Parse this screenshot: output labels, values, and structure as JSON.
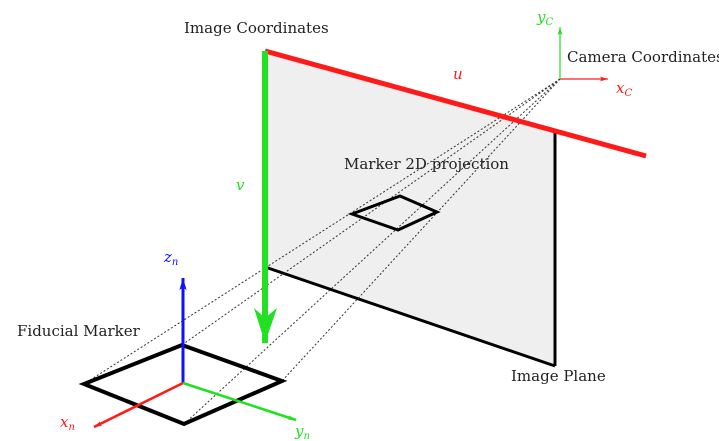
{
  "labels": {
    "image_coordinates": "Image Coordinates",
    "camera_coordinates": "Camera Coordinates",
    "marker_projection": "Marker 2D projection",
    "fiducial_marker": "Fiducial Marker",
    "image_plane": "Image Plane"
  },
  "axes": {
    "u": "u",
    "v": "v",
    "xc_base": "x",
    "xc_sub": "C",
    "yc_base": "y",
    "yc_sub": "C",
    "xn_base": "x",
    "xn_sub": "n",
    "yn_base": "y",
    "yn_sub": "n",
    "zn_base": "z",
    "zn_sub": "n"
  },
  "colors": {
    "u_axis": "#ff1a1a",
    "v_axis": "#22e022",
    "z_axis": "#1010ff",
    "plane_fill": "#efefef",
    "outline": "#000000"
  }
}
